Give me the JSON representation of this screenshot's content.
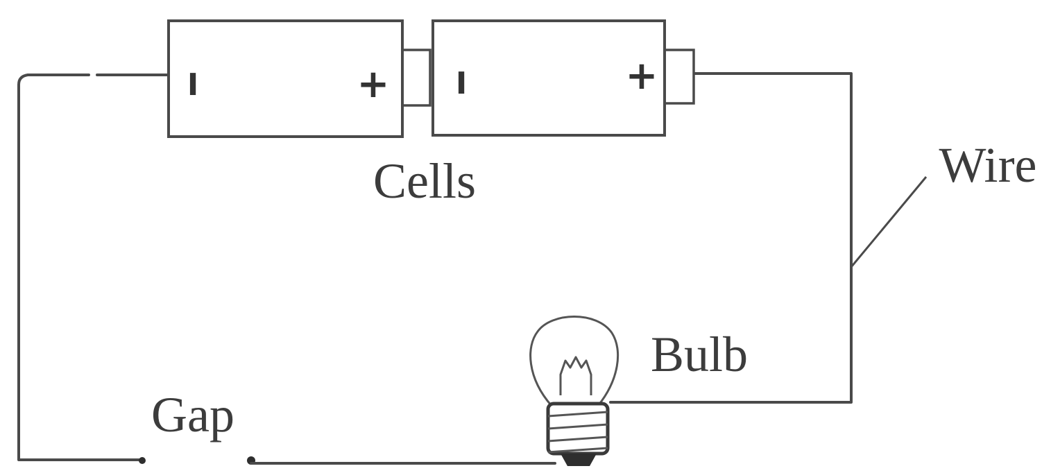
{
  "labels": {
    "cells": "Cells",
    "wire": "Wire",
    "bulb": "Bulb",
    "gap": "Gap"
  },
  "cells": [
    {
      "negative_sign": "I",
      "positive_sign": "+"
    },
    {
      "negative_sign": "I",
      "positive_sign": "+"
    }
  ],
  "colors": {
    "stroke": "#4a4a4a",
    "text": "#3c3c3c",
    "background": "#ffffff"
  }
}
